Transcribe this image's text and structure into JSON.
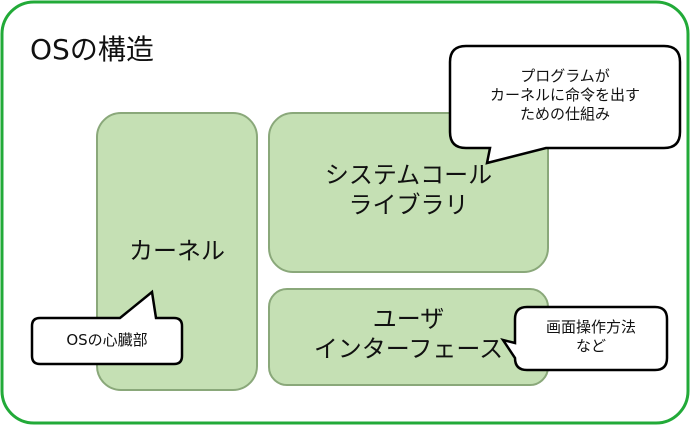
{
  "title": "OSの構造",
  "boxes": {
    "kernel": "カーネル",
    "syscall_line1": "システムコール",
    "syscall_line2": "ライブラリ",
    "ui_line1": "ユーザ",
    "ui_line2": "インターフェース"
  },
  "callouts": {
    "syscall_line1": "プログラムが",
    "syscall_line2": "カーネルに命令を出す",
    "syscall_line3": "ための仕組み",
    "kernel": "OSの心臓部",
    "ui_line1": "画面操作方法",
    "ui_line2": "など"
  },
  "colors": {
    "frame": "#22aa38",
    "box_fill": "#c5e0b4",
    "box_stroke": "#8aa87a"
  }
}
